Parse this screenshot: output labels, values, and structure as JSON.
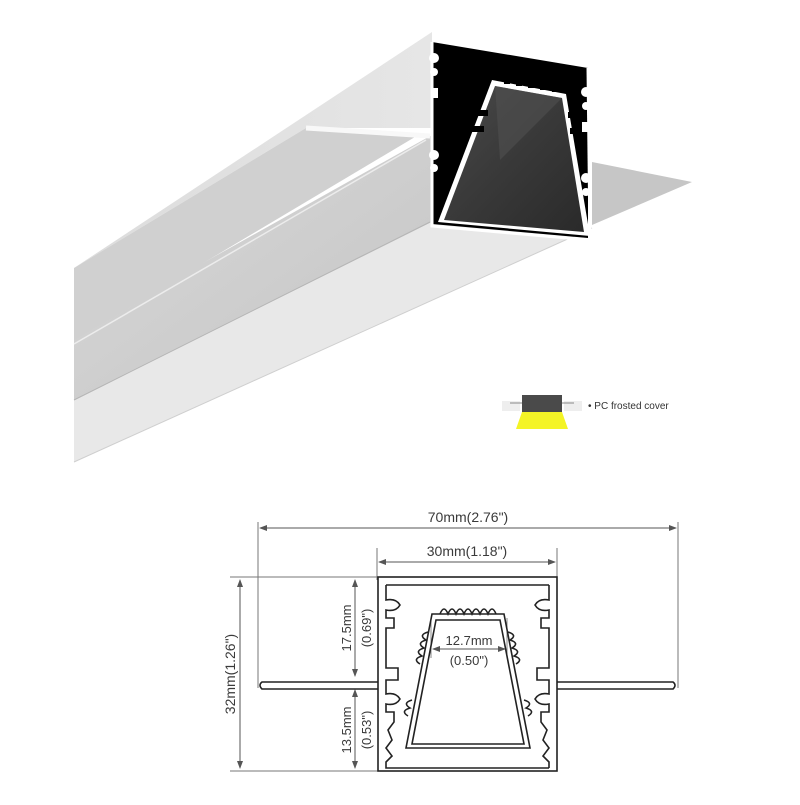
{
  "product": {
    "name": "Recessed LED aluminum profile",
    "view_3d": "isometric render",
    "view_2d": "cross-section dimension drawing"
  },
  "legend": {
    "cover_label": "• PC frosted cover",
    "light_color": "#f2f200",
    "housing_color": "#4a4a4a"
  },
  "dimensions": {
    "overall_width": "70mm(2.76\")",
    "body_width": "30mm(1.18\")",
    "overall_height": "32mm(1.26\")",
    "upper_height_mm": "17.5mm",
    "upper_height_in": "(0.69\")",
    "lower_height_mm": "13.5mm",
    "lower_height_in": "(0.53\")",
    "pcb_width_mm": "12.7mm",
    "pcb_width_in": "(0.50\")"
  },
  "colors": {
    "aluminum_light": "#eeeeee",
    "aluminum_mid": "#d2d2d2",
    "aluminum_dark": "#bdbdbd",
    "profile_end": "#000000",
    "cavity": "#3c3c3c",
    "line": "#333333",
    "dim_line": "#555555"
  }
}
